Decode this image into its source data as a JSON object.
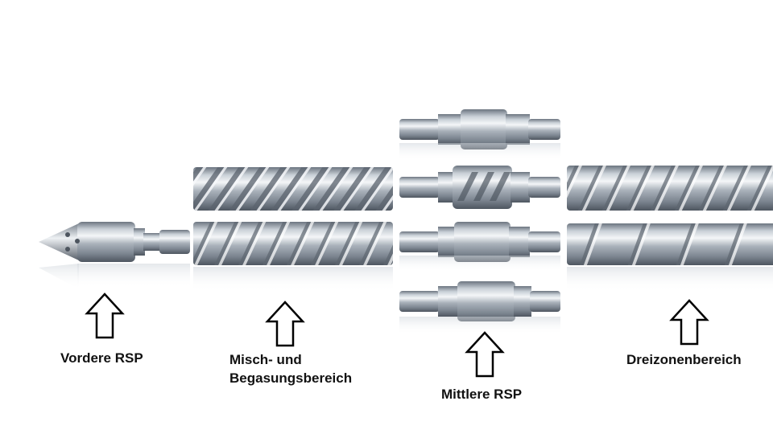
{
  "labels": {
    "front": "Vordere RSP",
    "mixing_line1": "Misch- und",
    "mixing_line2": "Begasungsbereich",
    "middle": "Mittlere RSP",
    "three_zone": "Dreizonenbereich"
  },
  "colors": {
    "background": "#ffffff",
    "steel_dark": "#5b6470",
    "steel_mid": "#9aa3ad",
    "steel_light": "#e9edf1",
    "arrow_outline": "#000000",
    "label_text": "#111111"
  },
  "icons": {
    "arrow": "up-arrow-outline-icon"
  }
}
